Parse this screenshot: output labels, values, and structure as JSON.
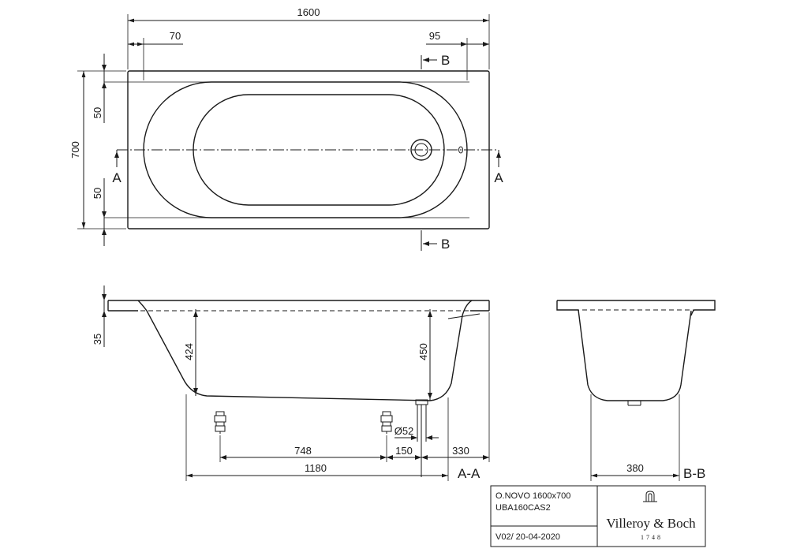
{
  "top_view": {
    "dim_length": "1600",
    "dim_left_offset": "70",
    "dim_right_offset": "95",
    "dim_width": "700",
    "dim_upper_rim": "50",
    "dim_lower_rim": "50",
    "section_a_left": "A",
    "section_a_right": "A",
    "section_b_top": "B",
    "section_b_bottom": "B"
  },
  "side_view": {
    "dim_rim_height": "35",
    "dim_depth_left": "424",
    "dim_depth_right": "450",
    "dim_drain_diameter": "Ø52",
    "dim_foot_spacing": "748",
    "dim_drain_offset": "150",
    "dim_drain_to_end": "330",
    "dim_bottom_length": "1180",
    "section_label": "A-A"
  },
  "end_view": {
    "dim_bottom_width": "380",
    "section_label": "B-B"
  },
  "title_block": {
    "product_name": "O.NOVO 1600x700",
    "product_code": "UBA160CAS2",
    "version": "V02/ 20-04-2020",
    "brand_name": "Villeroy & Boch",
    "brand_year": "1748"
  }
}
